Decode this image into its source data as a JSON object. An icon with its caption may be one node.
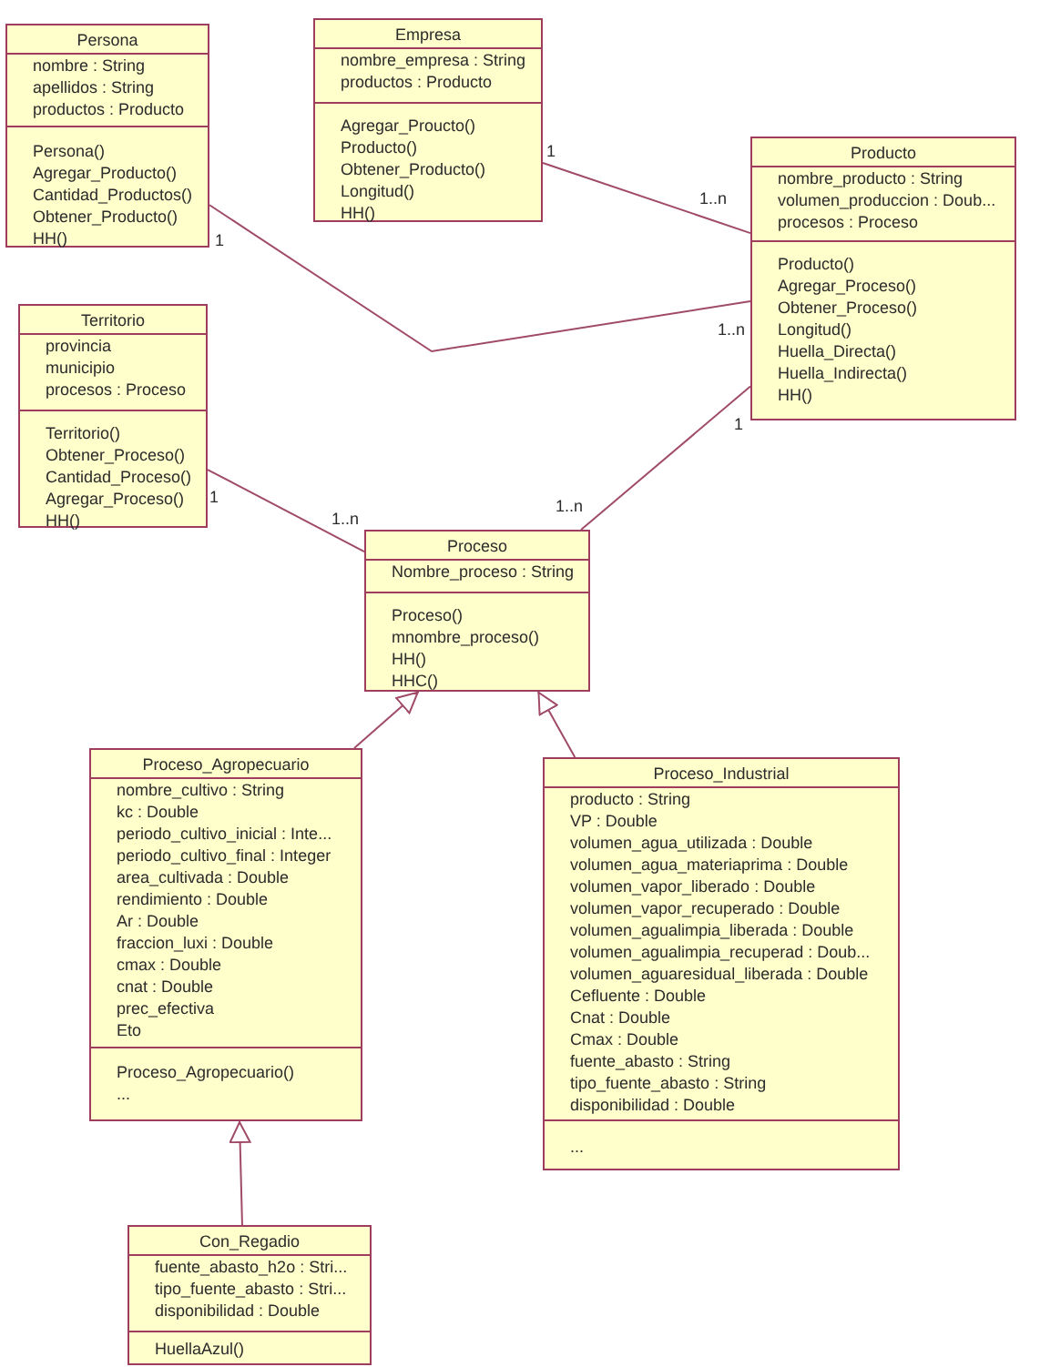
{
  "diagram": {
    "nodes": [
      {
        "text": [
          "Persona"
        ]
      },
      {
        "text": [
          "nombre : String",
          "apellidos : String",
          "productos : Producto"
        ],
        "in": 0
      },
      {
        "text": [
          "Persona()",
          "Agregar_Producto()",
          "Cantidad_Productos()",
          "Obtener_Producto()",
          "HH()"
        ],
        "in": 0
      },
      {
        "text": [
          "Empresa"
        ]
      },
      {
        "text": [
          "nombre_empresa : String",
          "productos : Producto"
        ],
        "in": 3
      },
      {
        "text": [
          "Agregar_Proucto()",
          "Producto()",
          "Obtener_Producto()",
          "Longitud()",
          "HH()"
        ],
        "in": 3
      },
      {
        "text": [
          "Producto"
        ]
      },
      {
        "text": [
          "nombre_producto : String",
          "volumen_produccion : Doub...",
          "procesos : Proceso"
        ],
        "in": 6
      },
      {
        "text": [
          "Producto()",
          "Agregar_Proceso()",
          "Obtener_Proceso()",
          "Longitud()",
          "Huella_Directa()",
          "Huella_Indirecta()",
          "HH()"
        ],
        "in": 6
      },
      {
        "text": [
          "Territorio"
        ]
      },
      {
        "text": [
          "provincia",
          "municipio",
          "procesos : Proceso"
        ],
        "in": 9
      },
      {
        "text": [
          "Territorio()",
          "Obtener_Proceso()",
          "Cantidad_Proceso()",
          "Agregar_Proceso()",
          "HH()"
        ],
        "in": 9
      },
      {
        "text": [
          "Proceso"
        ]
      },
      {
        "text": [
          "Nombre_proceso : String"
        ],
        "in": 12
      },
      {
        "text": [
          "Proceso()",
          "mnombre_proceso()",
          "HH()",
          "HHC()"
        ],
        "in": 12
      },
      {
        "text": [
          "Proceso_Agropecuario"
        ]
      },
      {
        "text": [
          "nombre_cultivo : String",
          "kc : Double",
          "periodo_cultivo_inicial : Inte...",
          "periodo_cultivo_final : Integer",
          "area_cultivada : Double",
          "rendimiento : Double",
          "Ar : Double",
          "fraccion_luxi : Double",
          "cmax : Double",
          "cnat : Double",
          "prec_efectiva",
          "Eto"
        ],
        "in": 15
      },
      {
        "text": [
          "Proceso_Agropecuario()",
          "..."
        ],
        "in": 15
      },
      {
        "text": [
          "Proceso_Industrial"
        ]
      },
      {
        "text": [
          "producto : String",
          "VP : Double",
          "volumen_agua_utilizada : Double",
          "volumen_agua_materiaprima : Double",
          "volumen_vapor_liberado : Double",
          "volumen_vapor_recuperado : Double",
          "volumen_agualimpia_liberada : Double",
          "volumen_agualimpia_recuperad : Doub...",
          "volumen_aguaresidual_liberada : Double",
          "Cefluente : Double",
          "Cnat : Double",
          "Cmax : Double",
          "fuente_abasto : String",
          "tipo_fuente_abasto : String",
          "disponibilidad : Double"
        ],
        "in": 18
      },
      {
        "text": [
          "..."
        ],
        "in": 18
      },
      {
        "text": [
          "Con_Regadio"
        ]
      },
      {
        "text": [
          "fuente_abasto_h2o : Stri...",
          "tipo_fuente_abasto : Stri...",
          "disponibilidad : Double"
        ],
        "in": 21
      },
      {
        "text": [
          "HuellaAzul()"
        ],
        "in": 21
      }
    ],
    "edges": [
      {
        "from": 3,
        "to": 6,
        "arrow": "none"
      },
      {
        "from": 0,
        "to": 6,
        "arrow": "none"
      },
      {
        "from": 9,
        "to": 12,
        "arrow": "none"
      },
      {
        "from": 6,
        "to": 12,
        "arrow": "none"
      },
      {
        "from": 15,
        "to": 12,
        "arrow": "to"
      },
      {
        "from": 18,
        "to": 12,
        "arrow": "to"
      },
      {
        "from": 21,
        "to": 15,
        "arrow": "to"
      }
    ],
    "labels": [
      "1",
      "1..n",
      "1",
      "1..n",
      "1",
      "1",
      "1..n",
      "1..n"
    ]
  }
}
